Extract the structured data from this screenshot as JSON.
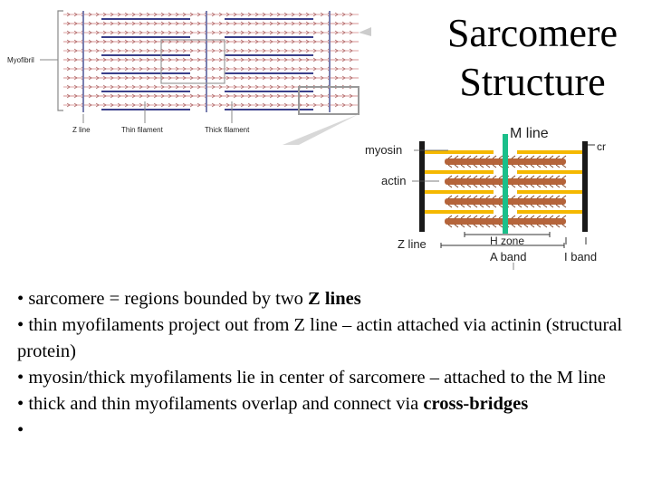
{
  "title": {
    "line1": "Sarcomere",
    "line2": "Structure"
  },
  "figure_top": {
    "labels": {
      "myofibril": "Myofibril",
      "z_line": "Z line",
      "thin_filament": "Thin filament",
      "thick_filament": "Thick filament"
    }
  },
  "figure_sarcomere": {
    "labels": {
      "m_line": "M line",
      "myosin": "myosin",
      "actin": "actin",
      "z_line": "Z line",
      "h_zone": "H zone",
      "a_band": "A band",
      "i_band": "I band",
      "cr": "cr"
    },
    "colors": {
      "z_line": "#1a1a1a",
      "m_line": "#1bbf8a",
      "actin": "#f5b800",
      "myosin": "#b5643a"
    }
  },
  "bullets": [
    {
      "prefix": "•  ",
      "bold": "",
      "rest": "sarcomere = regions bounded by two ",
      "bold2": "Z lines",
      "rest2": ""
    },
    {
      "prefix": "•  ",
      "bold": "",
      "rest": "thin myofilaments project out from Z line – actin attached via actinin (structural protein)",
      "bold2": "",
      "rest2": ""
    },
    {
      "prefix": "•  ",
      "bold": "",
      "rest": "myosin/thick myofilaments lie in center of sarcomere – attached to the M line",
      "bold2": "",
      "rest2": ""
    },
    {
      "prefix": "• ",
      "bold": "",
      "rest": "thick and thin myofilaments overlap and connect via ",
      "bold2": "cross-bridges",
      "rest2": ""
    },
    {
      "prefix": "•",
      "bold": "",
      "rest": "",
      "bold2": "",
      "rest2": ""
    }
  ]
}
